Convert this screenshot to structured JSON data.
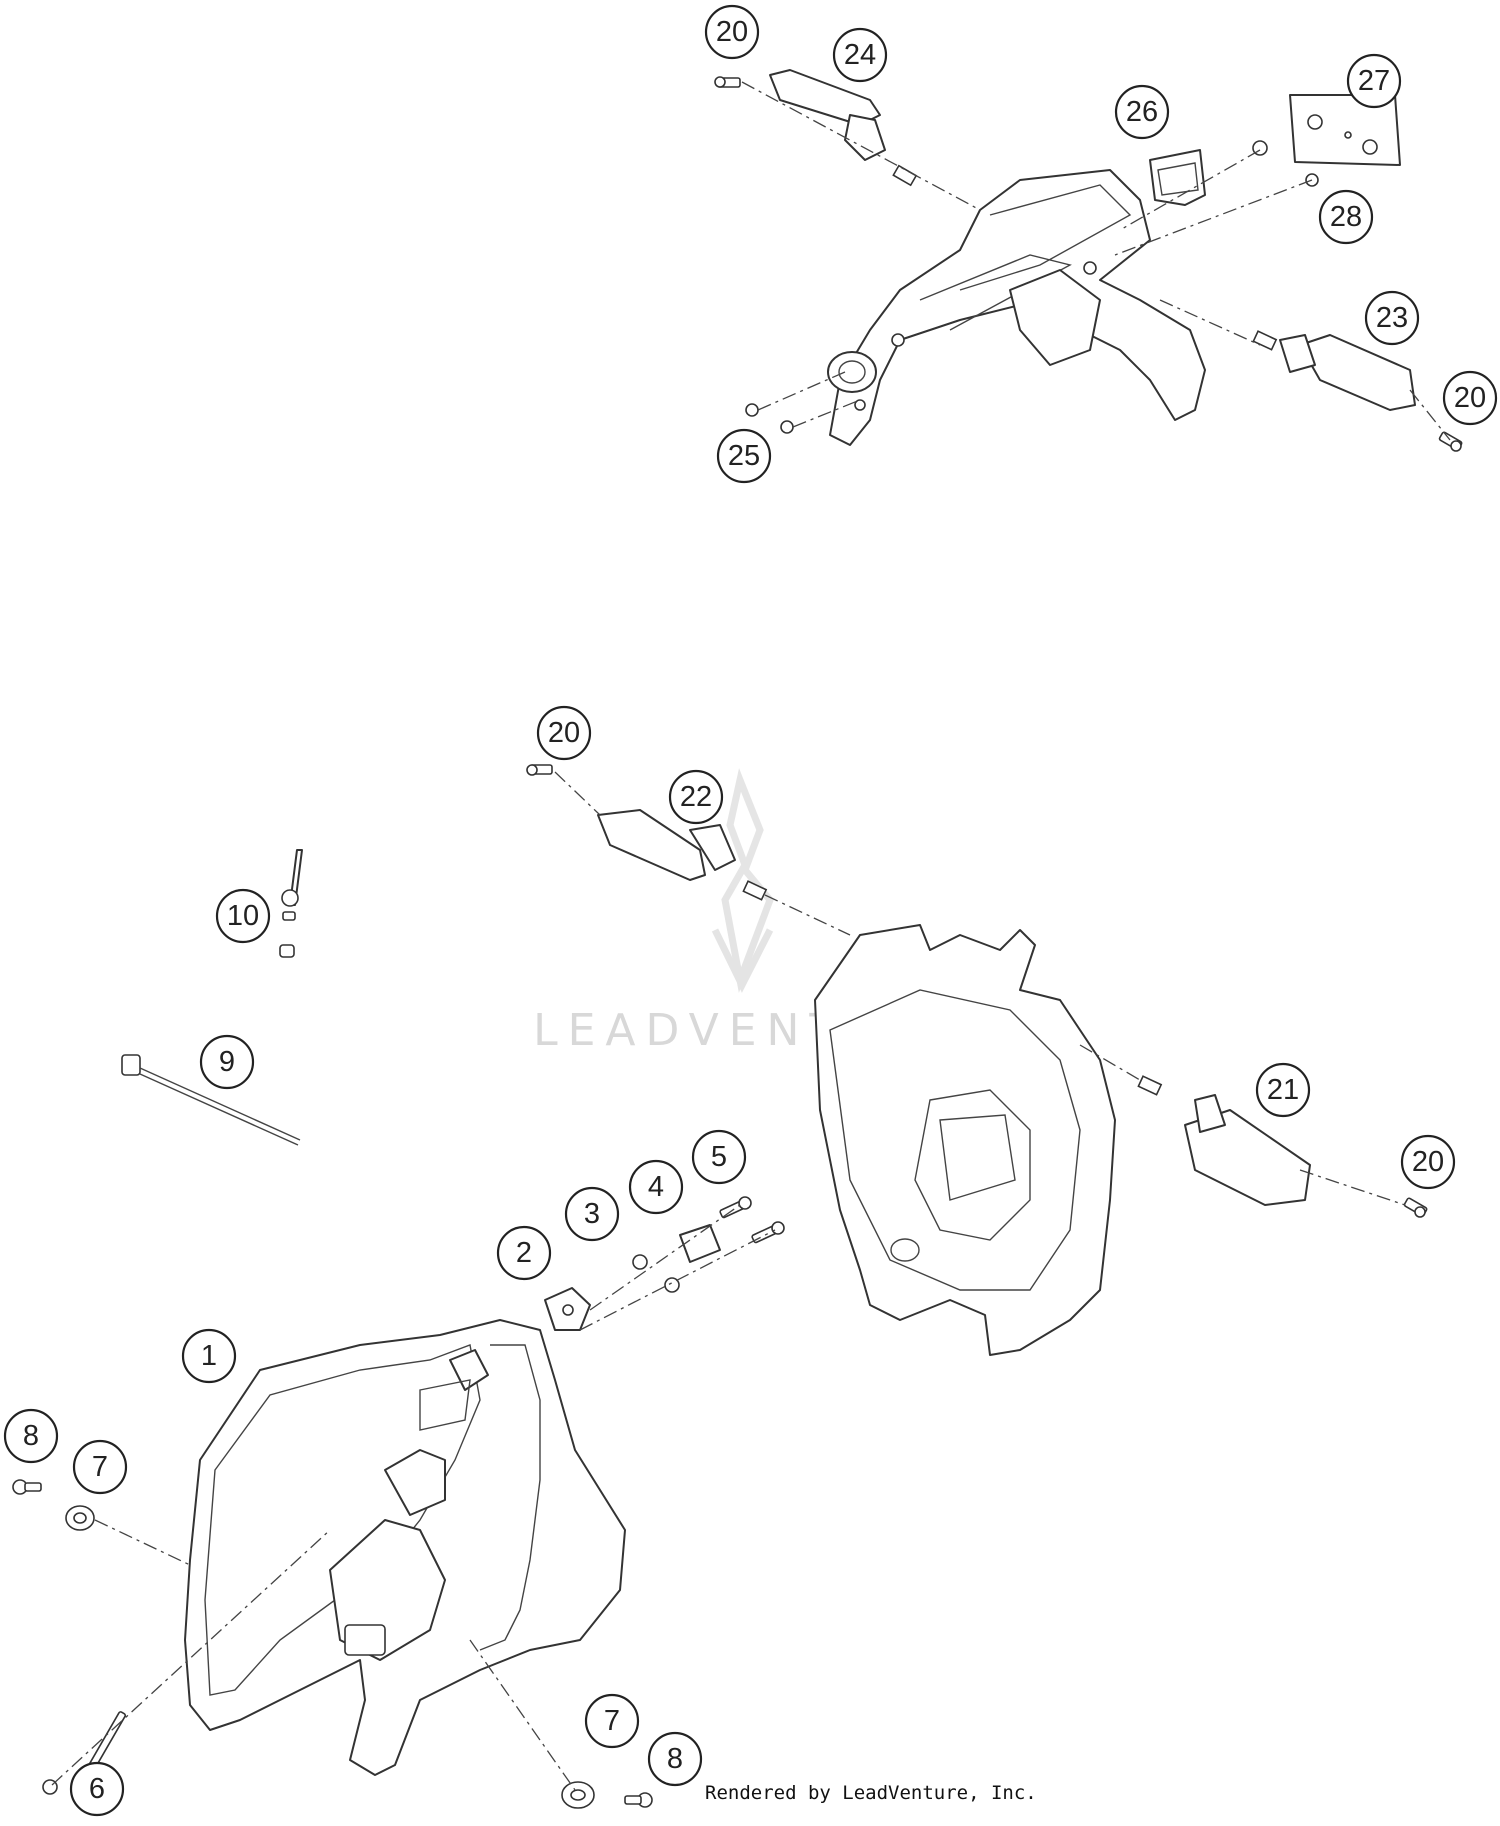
{
  "diagram": {
    "background": "#ffffff",
    "line_color": "#333333",
    "callouts": {
      "c20a": "20",
      "c24": "24",
      "c26": "26",
      "c27": "27",
      "c28": "28",
      "c23": "23",
      "c20b": "20",
      "c25": "25",
      "c20c": "20",
      "c22": "22",
      "c10": "10",
      "c9": "9",
      "c21": "21",
      "c20d": "20",
      "c5": "5",
      "c4": "4",
      "c3": "3",
      "c2": "2",
      "c1": "1",
      "c8a": "8",
      "c7a": "7",
      "c7b": "7",
      "c8b": "8",
      "c6": "6"
    }
  },
  "watermark": {
    "text": "LEADVENTURE",
    "color": "#d8d8d8"
  },
  "footer": {
    "credit": "Rendered by LeadVenture, Inc."
  }
}
